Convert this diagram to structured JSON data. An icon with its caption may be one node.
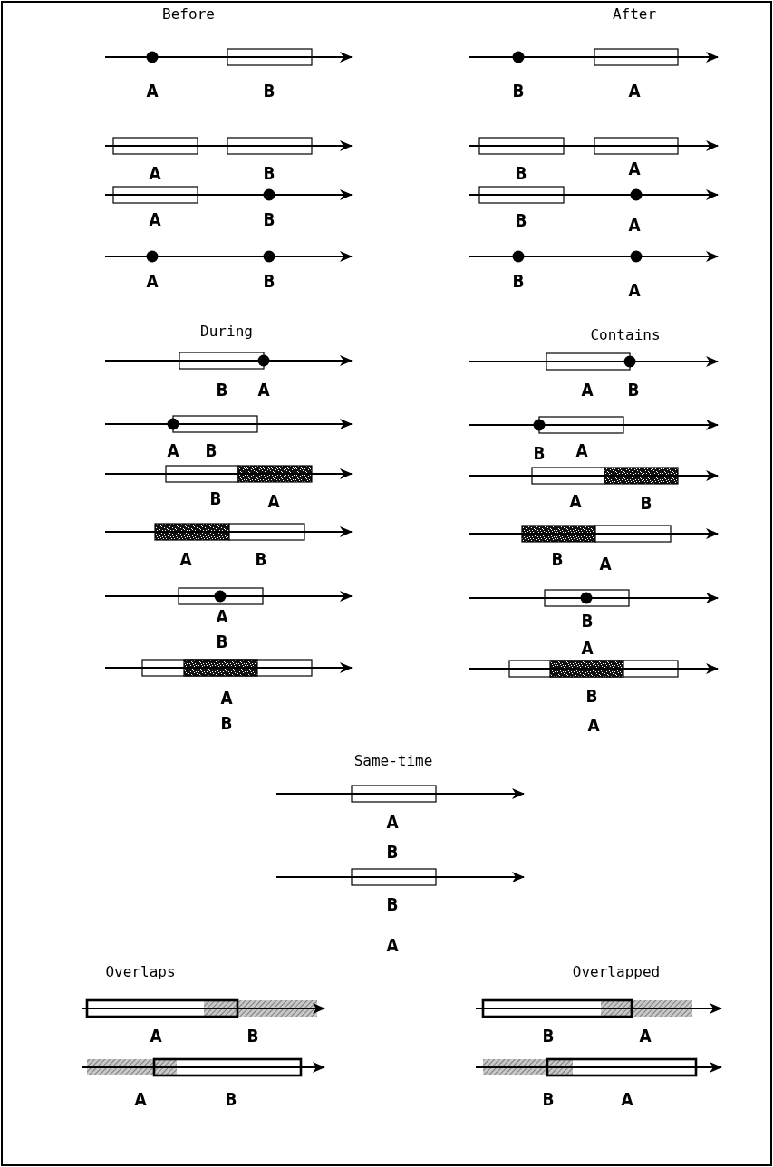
{
  "diagram": {
    "labels": [
      "Before",
      "A",
      "B",
      "A",
      "B",
      "A",
      "B",
      "A",
      "B",
      "After",
      "B",
      "A",
      "B",
      "A",
      "B",
      "A",
      "B",
      "A",
      "During",
      "B",
      "A",
      "A",
      "B",
      "B",
      "A",
      "A",
      "B",
      "A",
      "B",
      "A",
      "B",
      "Contains",
      "A",
      "B",
      "B",
      "A",
      "A",
      "B",
      "B",
      "A",
      "B",
      "A",
      "B",
      "A",
      "Same-time",
      "A",
      "B",
      "B",
      "A",
      "Overlaps",
      "A",
      "B",
      "A",
      "B",
      "Overlapped",
      "B",
      "A",
      "B",
      "A"
    ]
  }
}
